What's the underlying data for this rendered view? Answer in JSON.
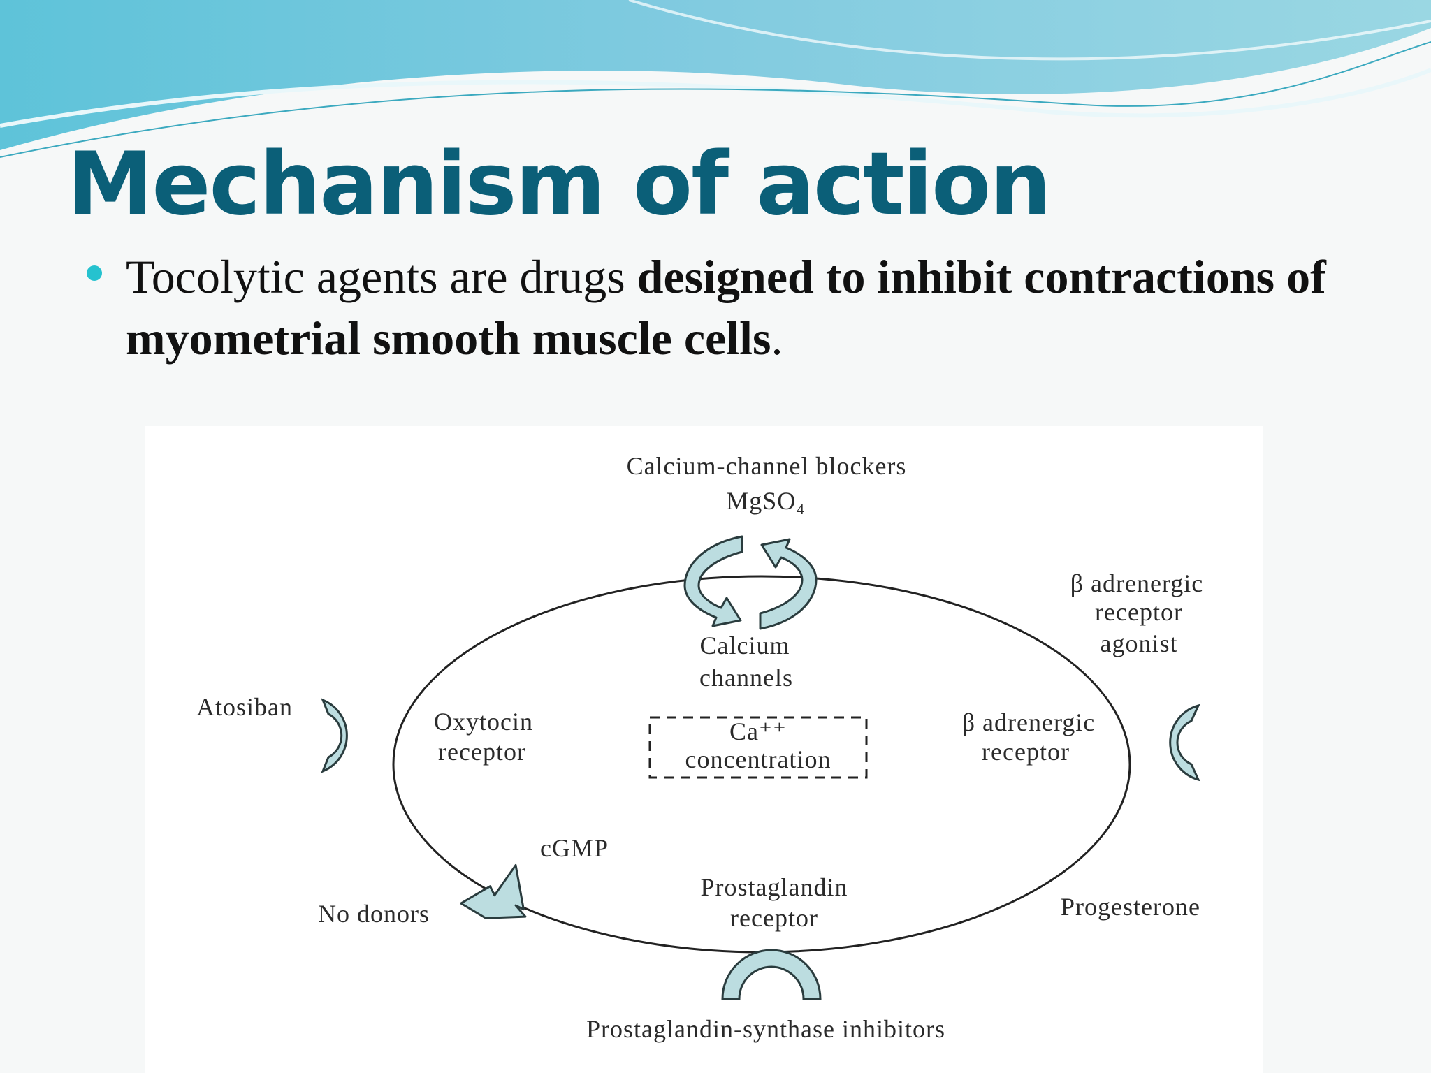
{
  "slide": {
    "title": "Mechanism of action",
    "bullet": {
      "plain": "Tocolytic agents are drugs ",
      "bold": "designed to inhibit contractions of myometrial smooth muscle cells",
      "end": "."
    }
  },
  "diagram": {
    "top_agent_line1": "Calcium-channel blockers",
    "top_agent_line2": "MgSO₄",
    "calcium_channels_line1": "Calcium",
    "calcium_channels_line2": "channels",
    "beta_agonist_line1": "β adrenergic",
    "beta_agonist_line2": "receptor",
    "beta_agonist_line3": "agonist",
    "beta_receptor_line1": "β adrenergic",
    "beta_receptor_line2": "receptor",
    "atosiban": "Atosiban",
    "oxytocin_line1": "Oxytocin",
    "oxytocin_line2": "receptor",
    "ca_line1": "Ca⁺⁺",
    "ca_line2": "concentration",
    "cgmp": "cGMP",
    "no_donors": "No donors",
    "prostaglandin_receptor_line1": "Prostaglandin",
    "prostaglandin_receptor_line2": "receptor",
    "progesterone": "Progesterone",
    "psi": "Prostaglandin-synthase inhibitors"
  },
  "colors": {
    "title": "#0b5f78",
    "bullet": "#25c2cf",
    "shape_fill": "#bcdde0",
    "shape_stroke": "#2a3c3e"
  }
}
